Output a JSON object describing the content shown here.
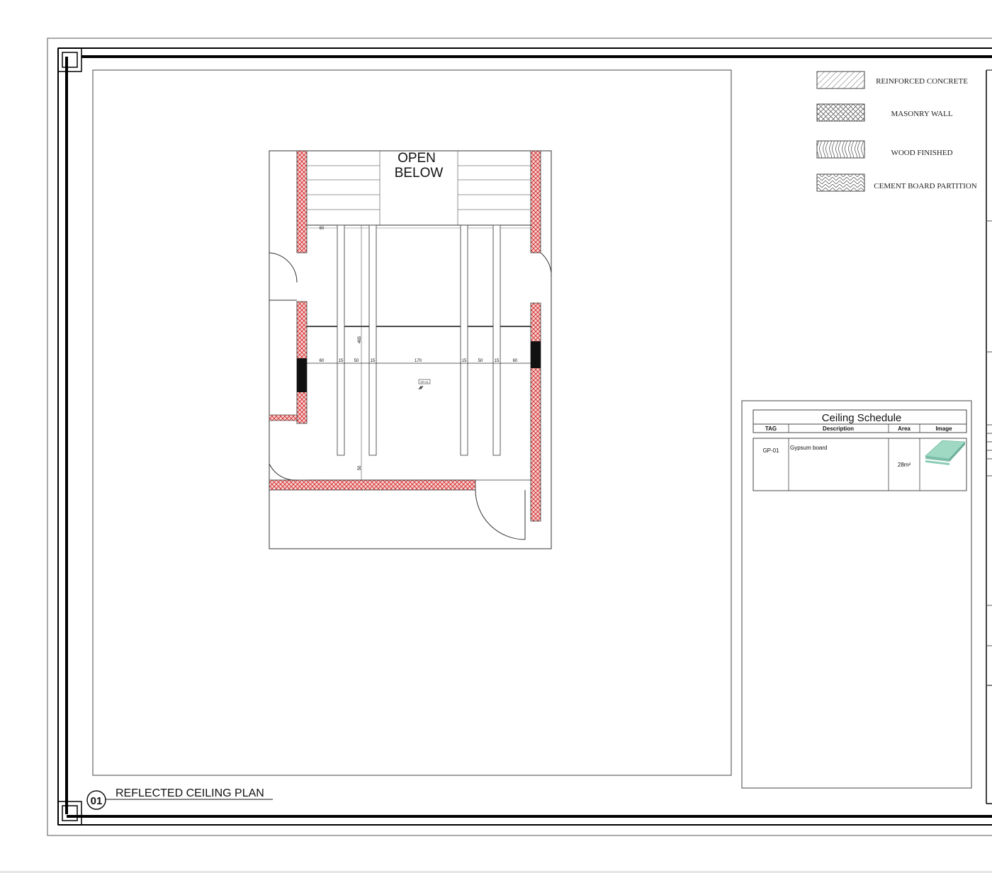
{
  "legend": {
    "items": [
      {
        "label": "REINFORCED CONCRETE",
        "pattern": "diagonal-hatch"
      },
      {
        "label": "MASONRY WALL",
        "pattern": "cross-hatch"
      },
      {
        "label": "WOOD FINISHED",
        "pattern": "wood-grain"
      },
      {
        "label": "CEMENT BOARD PARTITION",
        "pattern": "brick-hatch"
      }
    ]
  },
  "plan": {
    "open_below_line1": "OPEN",
    "open_below_line2": "BELOW",
    "dimensions_horizontal": [
      "60",
      "15",
      "50",
      "15",
      "170",
      "15",
      "50",
      "15",
      "60"
    ],
    "dimension_top_left": "60",
    "dimension_vertical_upper": "465",
    "dimension_vertical_lower": "50",
    "tag_label": "GP-01",
    "wall_fill_color": "#f4c9c9",
    "wall_hatch_color": "#d22222"
  },
  "schedule": {
    "title": "Ceiling Schedule",
    "columns": [
      "TAG",
      "Description",
      "Area",
      "Image"
    ],
    "rows": [
      {
        "tag": "GP-01",
        "description": "Gypsum board",
        "area": "28m²",
        "image": "gypsum-board-image"
      }
    ]
  },
  "view_title": {
    "number": "01",
    "label": "REFLECTED CEILING PLAN"
  }
}
